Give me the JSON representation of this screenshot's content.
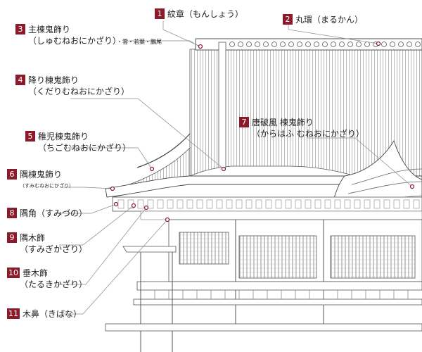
{
  "callouts": [
    {
      "num": "1",
      "title": "紋章（もんしょう）",
      "reading": ""
    },
    {
      "num": "2",
      "title": "丸環（まるかん）",
      "reading": ""
    },
    {
      "num": "3",
      "title": "主棟鬼飾り",
      "reading": "（しゅむねおにかざり）",
      "extra": "・雲・若葉・鵬尾"
    },
    {
      "num": "4",
      "title": "降り棟鬼飾り",
      "reading": "（くだりむねおにかざり）"
    },
    {
      "num": "5",
      "title": "稚児棟鬼飾り",
      "reading": "（ちごむねおにかざり）"
    },
    {
      "num": "6",
      "title": "隅棟鬼飾り",
      "reading": "（すみむねおにかざり）"
    },
    {
      "num": "7",
      "title": "唐破風 棟鬼飾り",
      "reading": "（からはふ むねおにかざり）"
    },
    {
      "num": "8",
      "title": "隅角（すみづの）",
      "reading": ""
    },
    {
      "num": "9",
      "title": "隅木飾",
      "reading": "（すみぎかざり）"
    },
    {
      "num": "10",
      "title": "垂木飾",
      "reading": "（たるきかざり）"
    },
    {
      "num": "11",
      "title": "木鼻（きばな）",
      "reading": ""
    }
  ],
  "colors": {
    "accent": "#8b1a2b",
    "line": "#555555",
    "leader": "#8b8b8b"
  }
}
